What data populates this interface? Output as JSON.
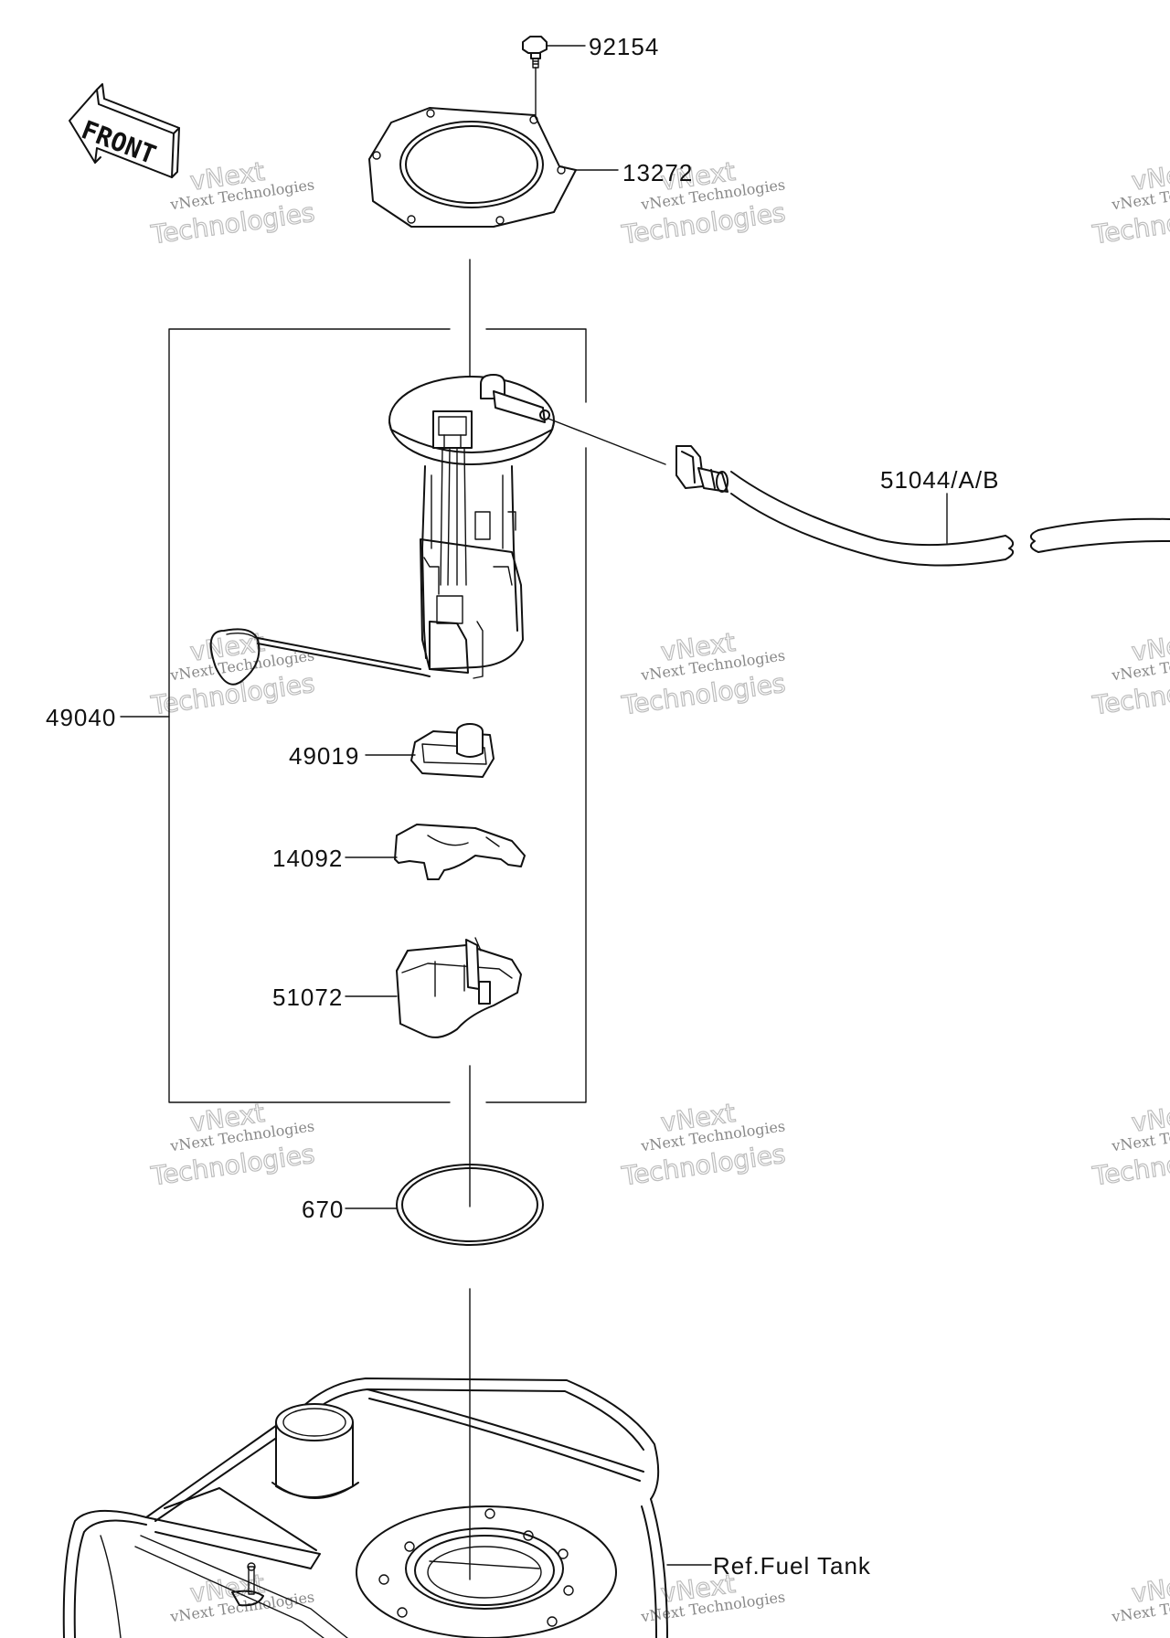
{
  "diagram": {
    "front_arrow_text": "FRONT",
    "watermark": {
      "line1": "vNext",
      "line2": "vNext Technologies",
      "line3": "Technologies"
    },
    "labels": {
      "p92154": "92154",
      "p13272": "13272",
      "p51044": "51044/A/B",
      "p49040": "49040",
      "p49019": "49019",
      "p14092": "14092",
      "p51072": "51072",
      "p670": "670",
      "ref_fuel_tank": "Ref.Fuel Tank"
    },
    "colors": {
      "line": "#111111",
      "watermark": "#bdbdbd"
    }
  }
}
